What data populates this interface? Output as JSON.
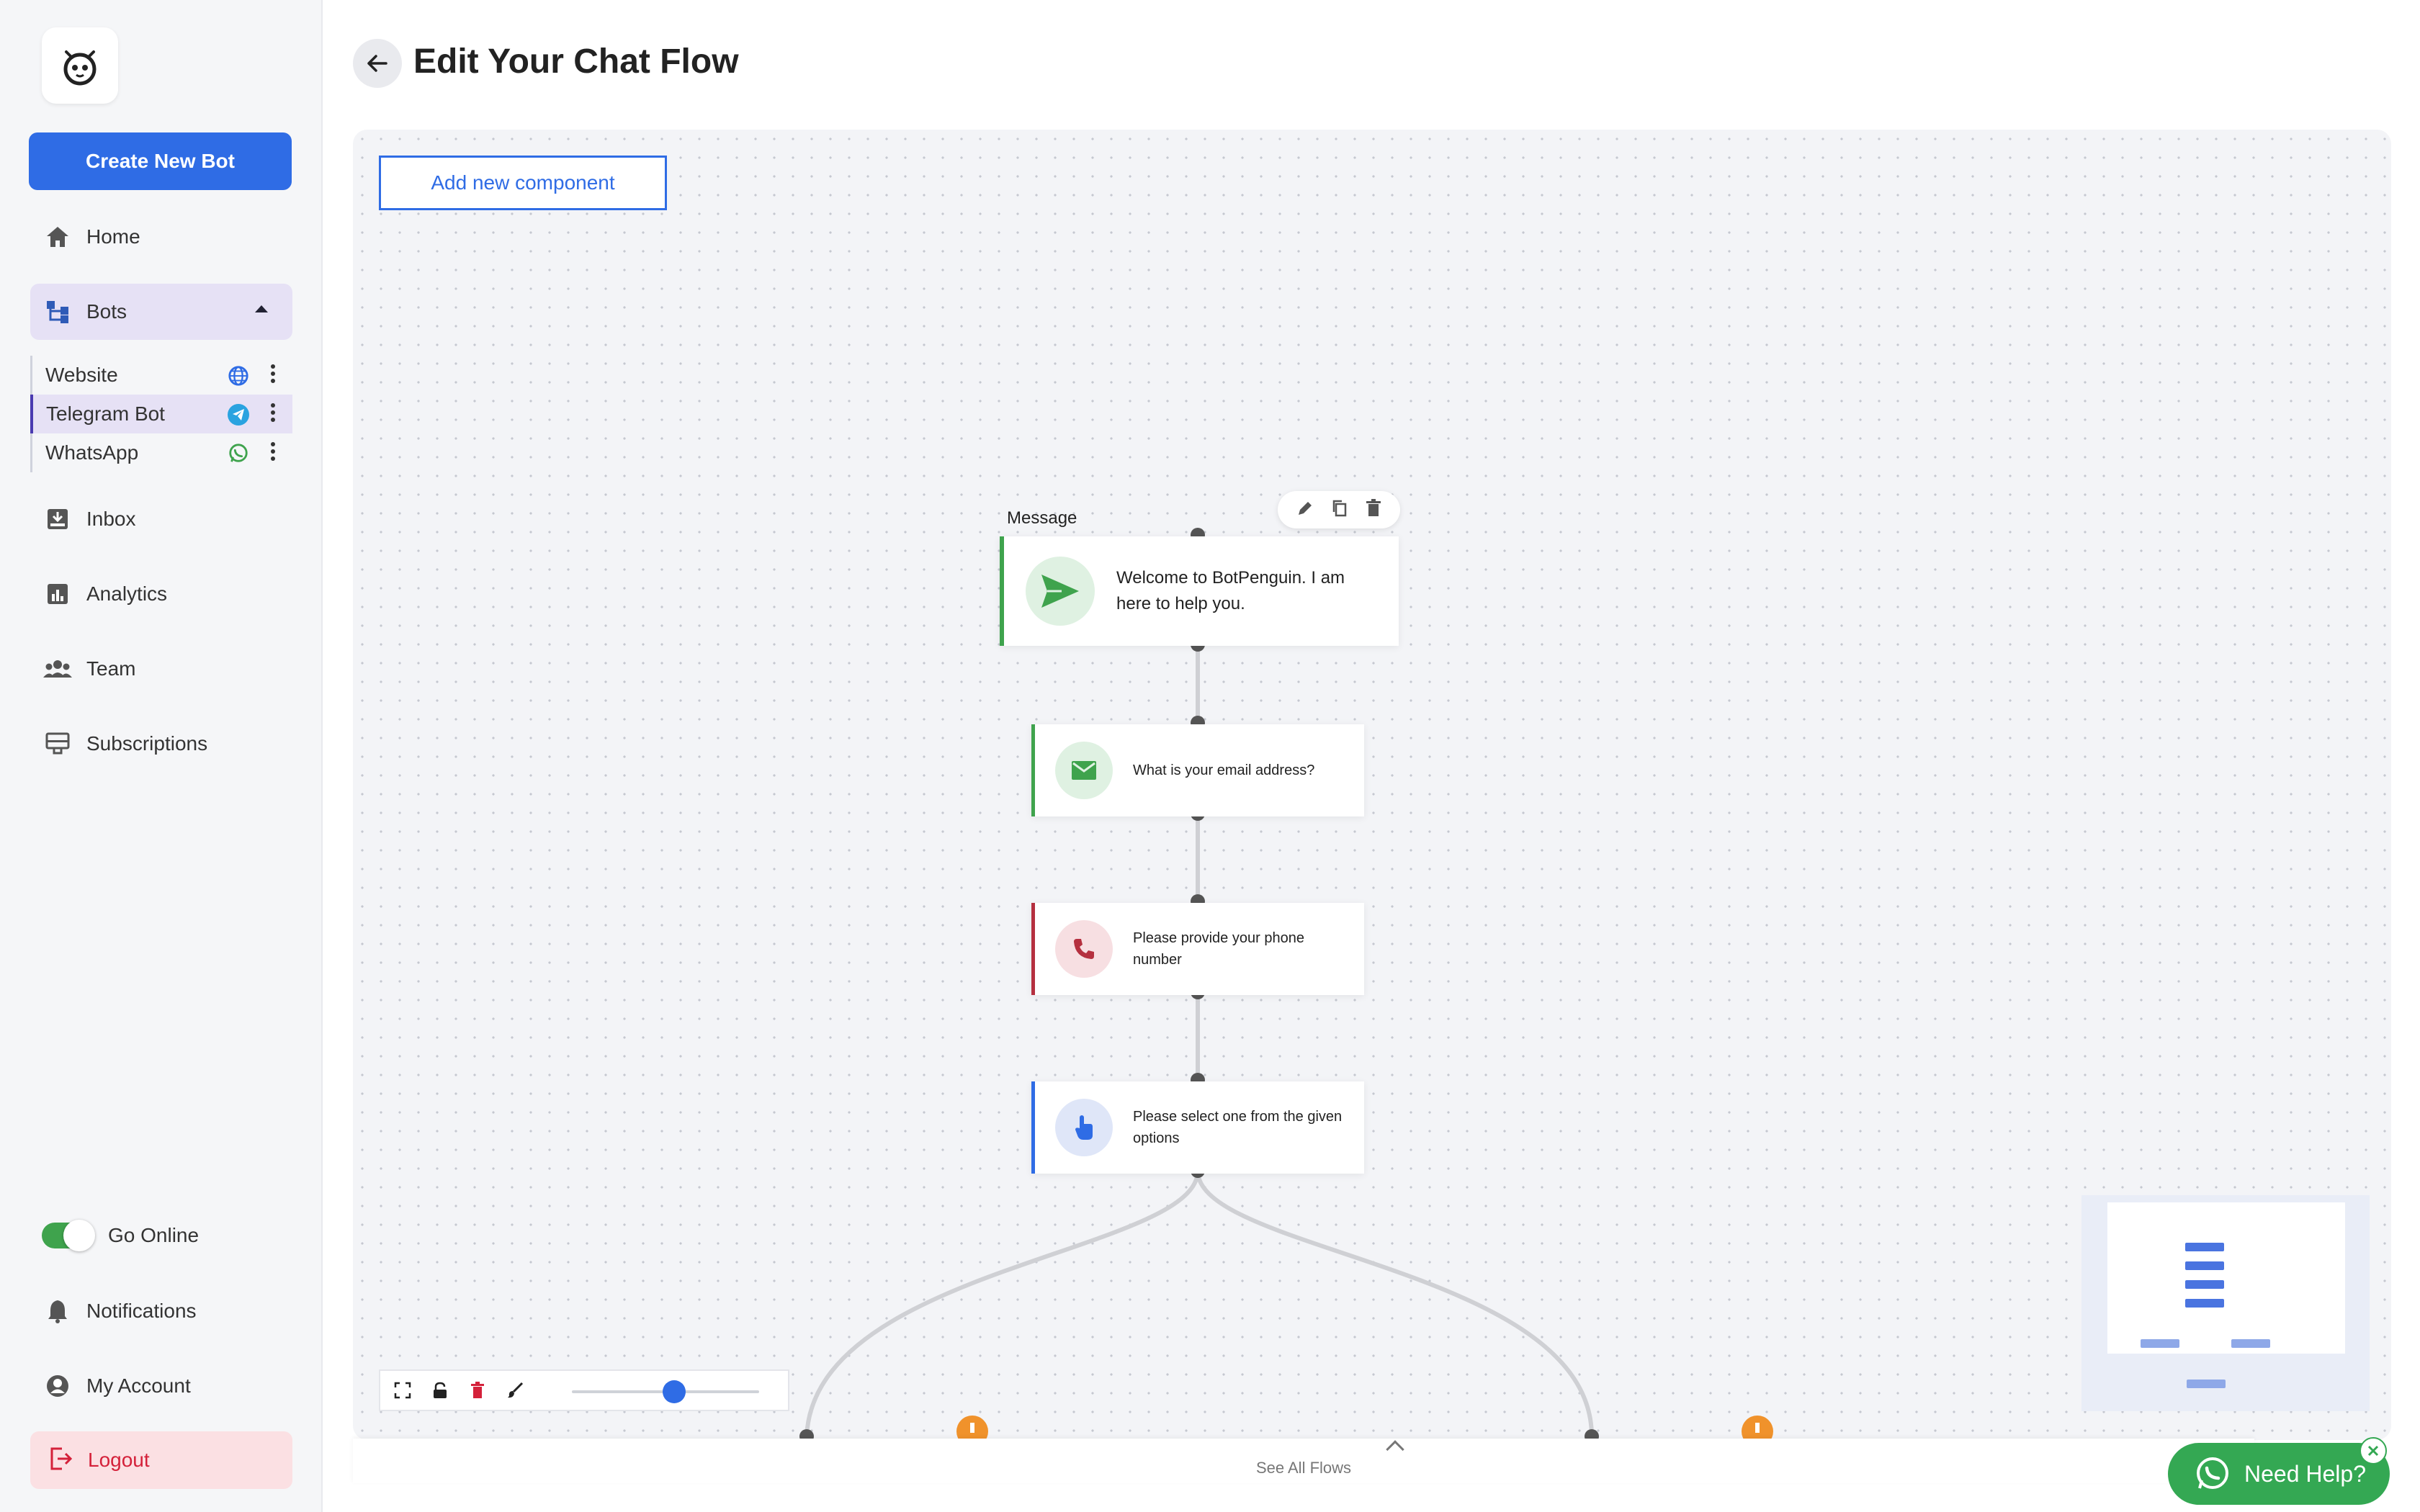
{
  "sidebar": {
    "create_button": "Create New Bot",
    "nav": {
      "home": "Home",
      "bots": "Bots",
      "inbox": "Inbox",
      "analytics": "Analytics",
      "team": "Team",
      "subscriptions": "Subscriptions"
    },
    "bots": [
      {
        "label": "Website",
        "icon": "globe-icon",
        "color": "#2f6ce5"
      },
      {
        "label": "Telegram Bot",
        "icon": "telegram-icon",
        "color": "#2aa3e0",
        "selected": true
      },
      {
        "label": "WhatsApp",
        "icon": "whatsapp-icon",
        "color": "#3fa34d"
      }
    ],
    "go_online": {
      "label": "Go Online",
      "on": true
    },
    "notifications": "Notifications",
    "my_account": "My Account",
    "logout": "Logout"
  },
  "header": {
    "title": "Edit Your Chat Flow"
  },
  "canvas": {
    "add_component": "Add new component",
    "message_label": "Message",
    "nodes": [
      {
        "text": "Welcome to BotPenguin. I am here to help you.",
        "icon": "send-icon",
        "accent": "#3fa34d"
      },
      {
        "text": "What is your email address?",
        "icon": "email-icon",
        "accent": "#3fa34d"
      },
      {
        "text": "Please provide your phone number",
        "icon": "phone-icon",
        "accent": "#b5303f"
      },
      {
        "text": "Please select one from the given options",
        "icon": "pointer-icon",
        "accent": "#2f6ce5"
      }
    ],
    "zoom_level": 0.5
  },
  "footer": {
    "see_all_flows": "See All Flows"
  },
  "help": {
    "label": "Need Help?"
  },
  "colors": {
    "primary": "#2f6ce5",
    "success": "#3fa34d",
    "danger": "#d4213a",
    "warning": "#f0922b"
  }
}
